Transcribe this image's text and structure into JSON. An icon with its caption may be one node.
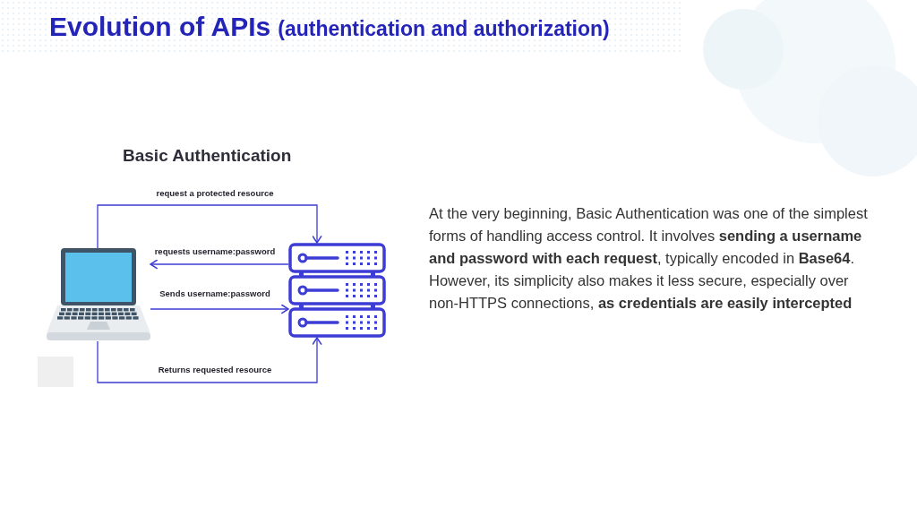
{
  "diagram": {
    "title": "Evolution of APIs",
    "nodes": [
      {
        "text": [],
        "shape": "picture"
      },
      {
        "text": [],
        "shape": "picture"
      }
    ],
    "edges": [
      {
        "from": 0,
        "to": 1,
        "arrow": "to",
        "label": "request a protected resource"
      },
      {
        "from": 1,
        "to": 0,
        "arrow": "to",
        "label": "requests username:password"
      },
      {
        "from": 0,
        "to": 1,
        "arrow": "to",
        "label": "Sends username:password"
      },
      {
        "from": 0,
        "to": 1,
        "arrow": "to",
        "label": "Returns requested resource"
      }
    ],
    "labels": [
      "(authentication and authorization)",
      "Basic Authentication",
      "At the very beginning, Basic Authentication was one of the simplest forms of handling access control. It involves **sending a username and password with each request**, typically encoded in **Base64**. However, its simplicity also makes it less secure, especially over non-HTTPS connections, **as credentials are easily intercepted**"
    ]
  }
}
